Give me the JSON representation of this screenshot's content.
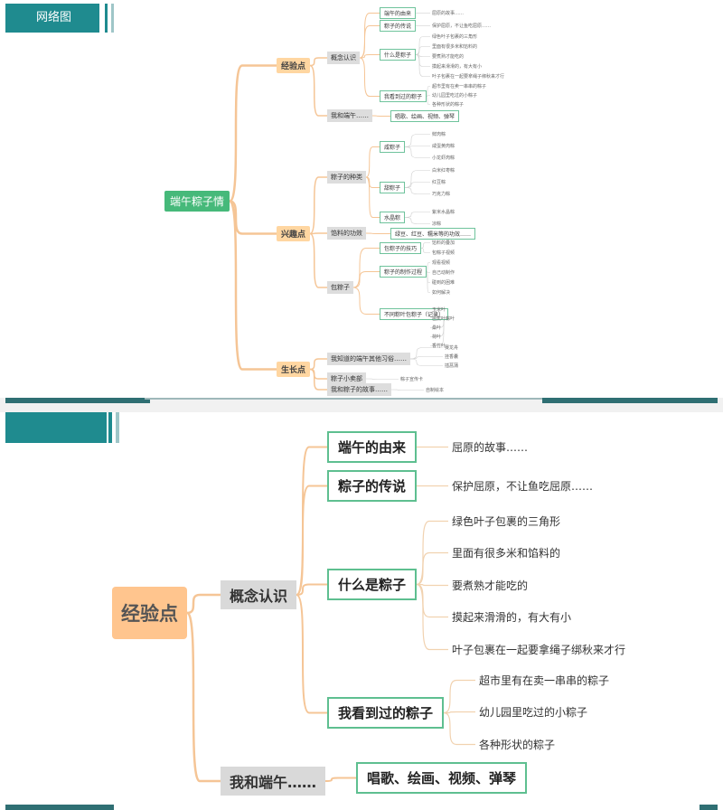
{
  "header": {
    "title": "网络图"
  },
  "overview": {
    "root": "端午粽子情",
    "branches": [
      {
        "label": "经验点",
        "children": [
          {
            "label": "概念认识",
            "children": [
              {
                "label": "端午的由来",
                "leaves": [
                  "屈原的故事……"
                ]
              },
              {
                "label": "粽子的传说",
                "leaves": [
                  "保护屈原，不让鱼吃屈原……"
                ]
              },
              {
                "label": "什么是粽子",
                "leaves": [
                  "绿色叶子包裹的三角形",
                  "里面有很多米和馅料的",
                  "要煮熟才能吃的",
                  "摸起来滑滑的，有大有小",
                  "叶子包裹在一起要拿绳子绑秋来才行"
                ]
              },
              {
                "label": "我看到过的粽子",
                "leaves": [
                  "超市里有在卖一串串的粽子",
                  "幼儿园里吃过的小粽子",
                  "各种形状的粽子"
                ]
              }
            ]
          },
          {
            "label": "我和端午……",
            "children": [
              {
                "label": "唱歌、绘画、视频、弹琴",
                "leaves": []
              }
            ]
          }
        ]
      },
      {
        "label": "兴趣点",
        "children": [
          {
            "label": "粽子的种类",
            "children": [
              {
                "label": "咸粽子",
                "leaves": [
                  "鲜肉粽",
                  "咸蛋黄肉粽",
                  "小龙虾肉粽"
                ]
              },
              {
                "label": "甜粽子",
                "leaves": [
                  "白米红枣粽",
                  "红豆粽",
                  "巧克力粽"
                ]
              },
              {
                "label": "水晶粽",
                "leaves": [
                  "紫米水晶粽",
                  "凉粽"
                ]
              }
            ]
          },
          {
            "label": "馅料的功效",
            "children": [
              {
                "label": "绿豆、红豆、糯米等的功效……",
                "leaves": []
              }
            ]
          },
          {
            "label": "包粽子",
            "children": [
              {
                "label": "包粽子的技巧",
                "leaves": [
                  "馅料的叠加",
                  "包粽子视频"
                ]
              },
              {
                "label": "粽子的制作过程",
                "leaves": [
                  "观看视频",
                  "自己动制作",
                  "碰到的困难",
                  "如何解决"
                ]
              },
              {
                "label": "不同粽叶包粽子（记录）",
                "leaves": [
                  "玉米叶",
                  "芭蕉叶粽叶",
                  "桑叶",
                  "荷叶",
                  "香竹叶"
                ]
              }
            ]
          }
        ]
      },
      {
        "label": "生长点",
        "children": [
          {
            "label": "我知道的端午其他习俗……",
            "children": [
              {
                "label": "",
                "leaves": [
                  "赛龙舟",
                  "挂香囊",
                  "插菖蒲"
                ]
              }
            ]
          },
          {
            "label": "粽子小卖部",
            "children": [
              {
                "label": "",
                "leaves": [
                  "粽子宣传卡"
                ]
              }
            ]
          },
          {
            "label": "我和粽子的故事……",
            "children": [
              {
                "label": "",
                "leaves": [
                  "自制绘本"
                ]
              }
            ]
          }
        ]
      }
    ]
  },
  "detail": {
    "l1": "经验点",
    "concept": "概念认识",
    "concept_items": [
      {
        "label": "端午的由来",
        "leaves": [
          "屈原的故事……"
        ]
      },
      {
        "label": "粽子的传说",
        "leaves": [
          "保护屈原，不让鱼吃屈原……"
        ]
      },
      {
        "label": "什么是粽子",
        "leaves": [
          "绿色叶子包裹的三角形",
          "里面有很多米和馅料的",
          "要煮熟才能吃的",
          "摸起来滑滑的，有大有小",
          "叶子包裹在一起要拿绳子绑秋来才行"
        ]
      },
      {
        "label": "我看到过的粽子",
        "leaves": [
          "超市里有在卖一串串的粽子",
          "幼儿园里吃过的小粽子",
          "各种形状的粽子"
        ]
      }
    ],
    "me": "我和端午……",
    "me_item": "唱歌、绘画、视频、弹琴"
  },
  "colors": {
    "teal": "#1f8b8f",
    "branch_line": "#f5c596",
    "root_green": "#46b97a",
    "node_border_green": "#5ebf90"
  }
}
